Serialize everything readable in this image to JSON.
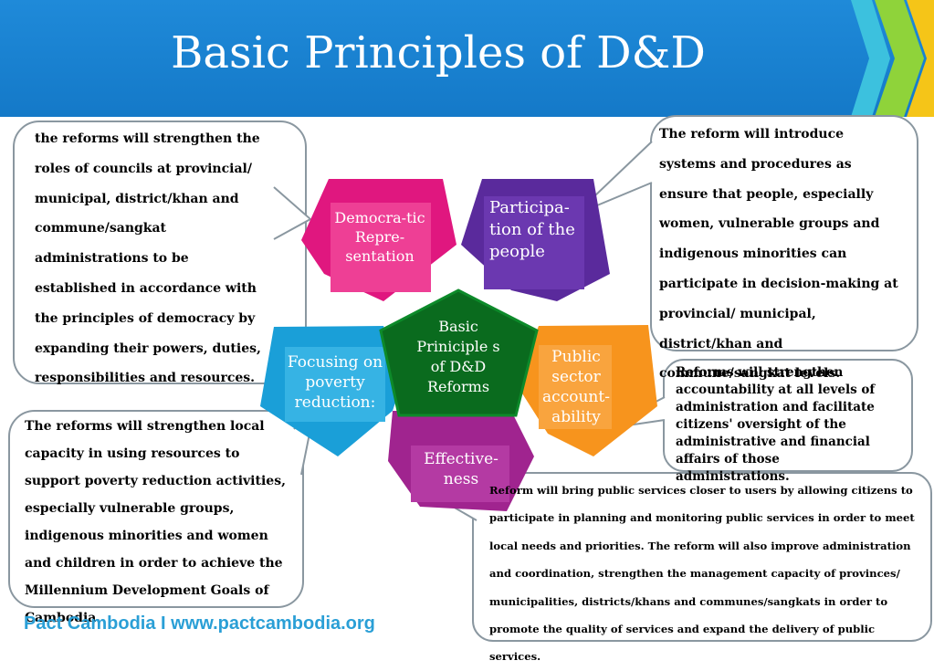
{
  "slide": {
    "title": "Basic Principles of D&D",
    "footer": "Pact Cambodia I www.pactcambodia.org"
  },
  "principles": {
    "center": "Basic Priniciple s of D&D Reforms",
    "democratic": "Democra-tic Repre-sentation",
    "participation": "Participa-tion of the people",
    "poverty": "Focusing on poverty reduction:",
    "accountability": "Public sector account-ability",
    "effectiveness": "Effective-ness"
  },
  "callouts": {
    "democratic": "the reforms will strengthen the roles of councils at provincial/ municipal, district/khan and commune/sangkat administrations to be established in accordance with the principles of democracy by expanding their powers, duties, responsibilities and resources.",
    "participation": "The reform will introduce systems and procedures as ensure that people, especially women, vulnerable groups and indigenous minorities can participate in decision-making at provincial/ municipal, district/khan and commune/sangkat levels.",
    "accountability": "Reforms will strengthen accountability at all levels of administration and facilitate citizens' oversight of the administrative and financial affairs of those administrations.",
    "poverty": "The reforms will strengthen local capacity in using resources to support poverty reduction activities, especially vulnerable groups, indigenous minorities and women and children in order to achieve the Millennium Development Goals of Cambodia.",
    "effectiveness": "Reform will bring public services closer to users by allowing citizens to participate in planning and monitoring public services in order to meet local needs and priorities. The reform will also improve administration and coordination, strengthen the management capacity of provinces/ municipalities, districts/khans and communes/sangkats in order to promote the quality of services and expand the delivery of public services."
  },
  "colors": {
    "header": "#1a82d0",
    "democratic": "#e0177f",
    "participation": "#5a2a9c",
    "poverty": "#1a9fd8",
    "accountability": "#f7941d",
    "effectiveness": "#a0248f",
    "center": "#0a6b1e",
    "footer": "#2a9fd6"
  }
}
